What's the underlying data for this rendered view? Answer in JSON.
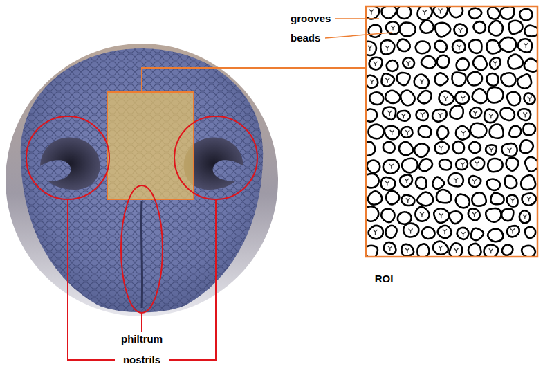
{
  "diagram": {
    "labels": [
      "grooves",
      "beads",
      "ROI",
      "philtrum",
      "nostrils"
    ]
  }
}
